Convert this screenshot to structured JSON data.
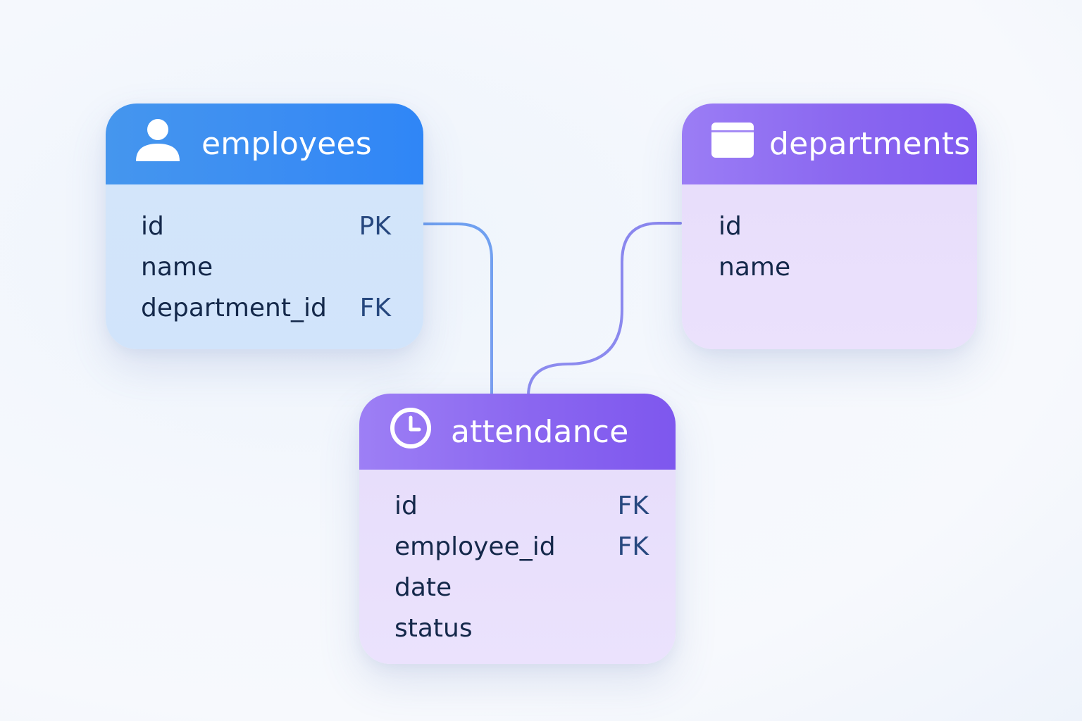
{
  "colors": {
    "employees_header": "#3a8cf3",
    "employees_body": "#d2e5fa",
    "departments_header": "#8a67f0",
    "departments_body": "#e9e0fb",
    "attendance_header": "#8a66f0",
    "attendance_body": "#e9e0fb",
    "text": "#14284a",
    "key_text": "#26477e",
    "connector": "#7aa2ee"
  },
  "tables": {
    "employees": {
      "title": "employees",
      "icon": "user-icon",
      "fields": [
        {
          "name": "id",
          "key": "PK"
        },
        {
          "name": "name",
          "key": ""
        },
        {
          "name": "department_id",
          "key": "FK"
        }
      ]
    },
    "departments": {
      "title": "departments",
      "icon": "folder-icon",
      "fields": [
        {
          "name": "id",
          "key": ""
        },
        {
          "name": "name",
          "key": ""
        }
      ]
    },
    "attendance": {
      "title": "attendance",
      "icon": "clock-icon",
      "fields": [
        {
          "name": "id",
          "key": "FK"
        },
        {
          "name": "employee_id",
          "key": "FK"
        },
        {
          "name": "date",
          "key": ""
        },
        {
          "name": "status",
          "key": ""
        }
      ]
    }
  },
  "relationships": [
    {
      "from": "employees.id",
      "to": "attendance.employee_id"
    },
    {
      "from": "departments.id",
      "to": "attendance"
    }
  ]
}
